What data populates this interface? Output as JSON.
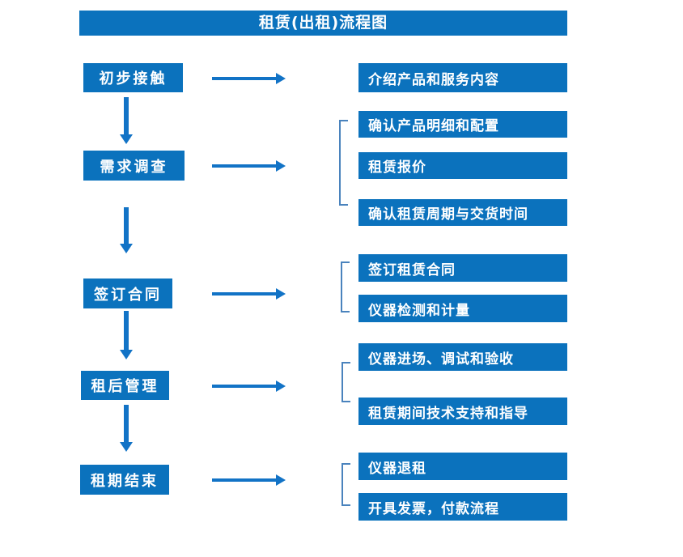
{
  "title": "租赁(出租)流程图",
  "colors": {
    "box_blue": "#0b72bd",
    "arrow_blue": "#1273c6",
    "bracket_blue": "#4a83bd",
    "text_white": "#ffffff",
    "background": "#ffffff"
  },
  "flow": [
    {
      "stage": "初步接触",
      "outputs": [
        "介绍产品和服务内容"
      ]
    },
    {
      "stage": "需求调查",
      "outputs": [
        "确认产品明细和配置",
        "租赁报价",
        "确认租赁周期与交货时间"
      ]
    },
    {
      "stage": "签订合同",
      "outputs": [
        "签订租赁合同",
        "仪器检测和计量"
      ]
    },
    {
      "stage": "租后管理",
      "outputs": [
        "仪器进场、调试和验收",
        "租赁期间技术支持和指导"
      ]
    },
    {
      "stage": "租期结束",
      "outputs": [
        "仪器退租",
        "开具发票，付款流程"
      ]
    }
  ]
}
